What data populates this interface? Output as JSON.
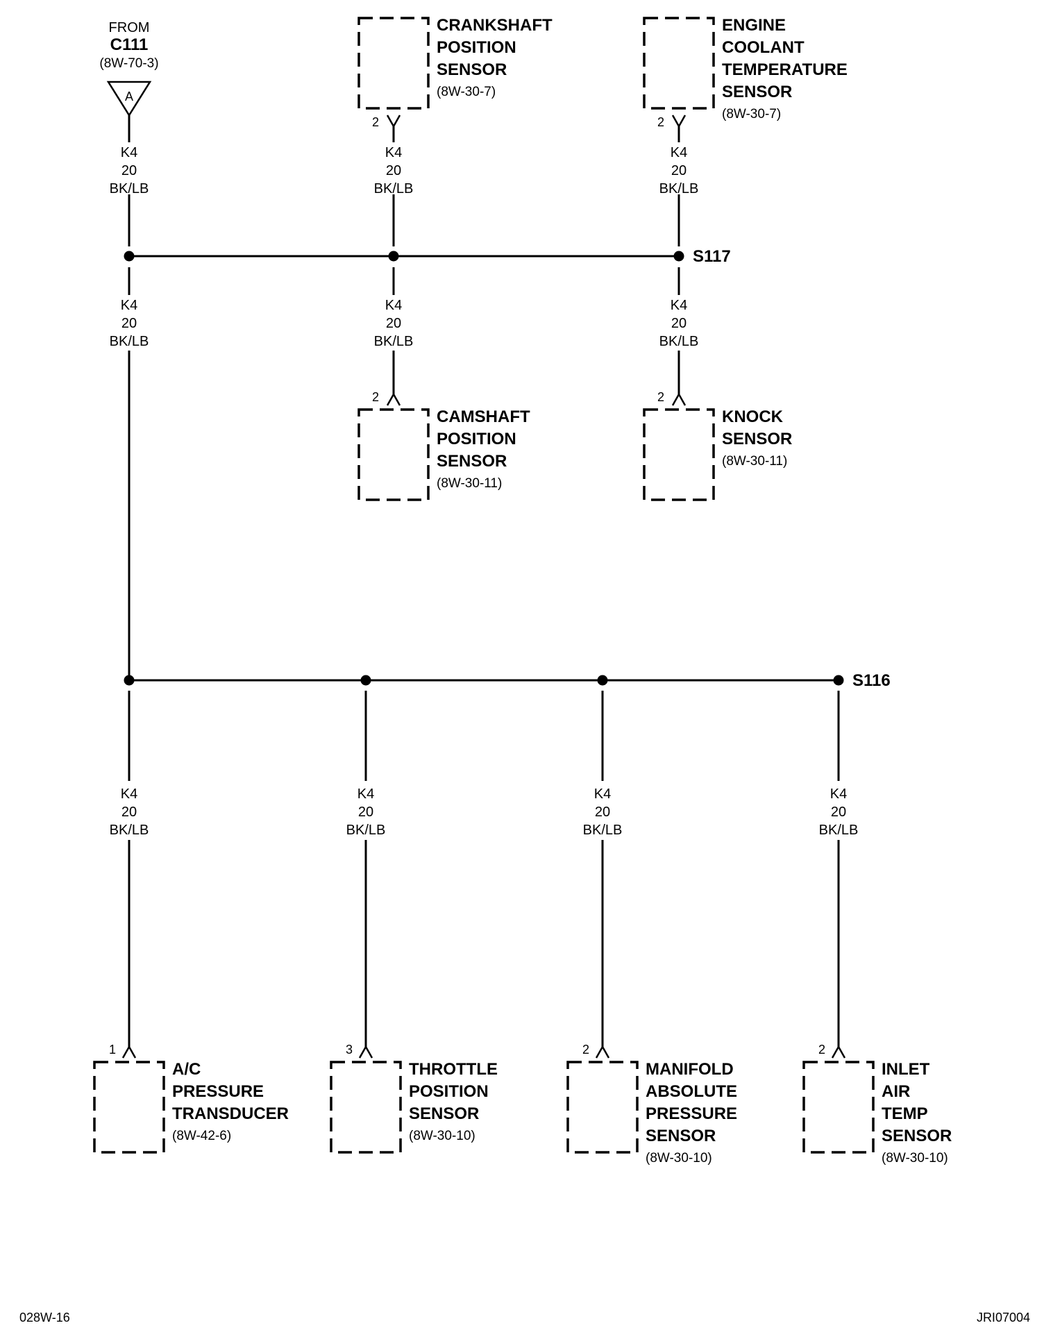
{
  "from_connector": {
    "from_text": "FROM",
    "connector": "C111",
    "ref": "(8W-70-3)",
    "pin": "A"
  },
  "wire": {
    "circuit": "K4",
    "gauge": "20",
    "color": "BK/LB"
  },
  "splices": {
    "upper": "S117",
    "lower": "S116"
  },
  "components": {
    "crankshaft": {
      "name_lines": [
        "CRANKSHAFT",
        "POSITION",
        "SENSOR"
      ],
      "ref": "(8W-30-7)",
      "pin": "2"
    },
    "ect": {
      "name_lines": [
        "ENGINE",
        "COOLANT",
        "TEMPERATURE",
        "SENSOR"
      ],
      "ref": "(8W-30-7)",
      "pin": "2"
    },
    "camshaft": {
      "name_lines": [
        "CAMSHAFT",
        "POSITION",
        "SENSOR"
      ],
      "ref": "(8W-30-11)",
      "pin": "2"
    },
    "knock": {
      "name_lines": [
        "KNOCK",
        "SENSOR"
      ],
      "ref": "(8W-30-11)",
      "pin": "2"
    },
    "ac": {
      "name_lines": [
        "A/C",
        "PRESSURE",
        "TRANSDUCER"
      ],
      "ref": "(8W-42-6)",
      "pin": "1"
    },
    "tps": {
      "name_lines": [
        "THROTTLE",
        "POSITION",
        "SENSOR"
      ],
      "ref": "(8W-30-10)",
      "pin": "3"
    },
    "map": {
      "name_lines": [
        "MANIFOLD",
        "ABSOLUTE",
        "PRESSURE",
        "SENSOR"
      ],
      "ref": "(8W-30-10)",
      "pin": "2"
    },
    "iat": {
      "name_lines": [
        "INLET",
        "AIR",
        "TEMP",
        "SENSOR"
      ],
      "ref": "(8W-30-10)",
      "pin": "2"
    }
  },
  "footer": {
    "page_code": "028W-16",
    "image_code": "JRI07004"
  }
}
